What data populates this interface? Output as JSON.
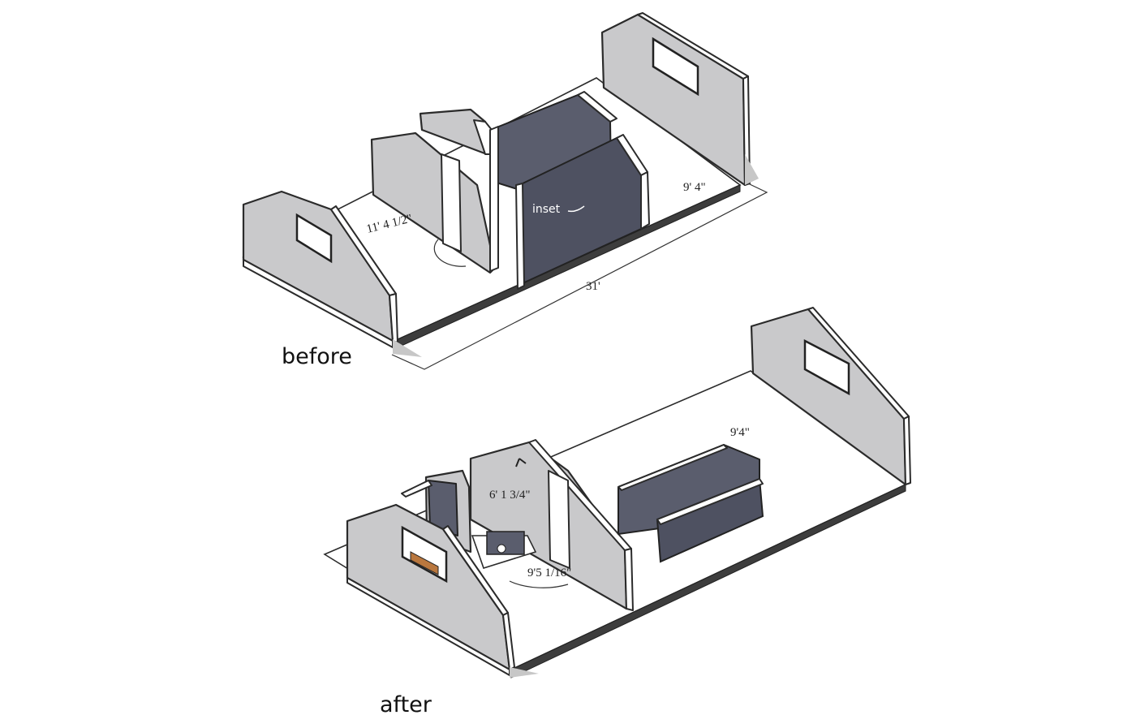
{
  "diagram": {
    "before": {
      "caption": "before",
      "dimensions": {
        "width_left": "11' 4 1/2\"",
        "width_right": "9' 4\"",
        "length": "31'",
        "inset_note": "inset"
      }
    },
    "after": {
      "caption": "after",
      "dimensions": {
        "width_right": "9'4\"",
        "shower_height": "6' 1 3/4\"",
        "bath_width": "9'5 1/16\""
      }
    }
  },
  "colors": {
    "wall_gray": "#c9c9cb",
    "accent_dark_slate": "#5a5d6d",
    "outline": "#2b2b2b",
    "floor_white": "#ffffff"
  }
}
